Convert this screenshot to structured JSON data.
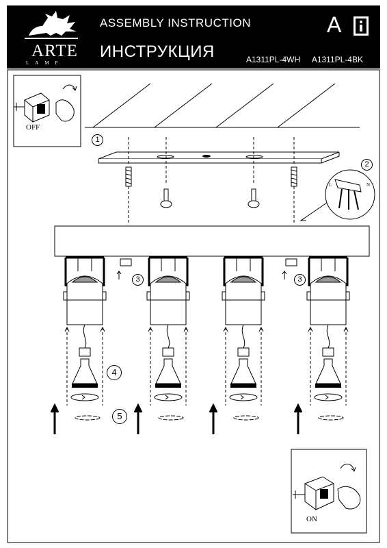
{
  "header": {
    "brand": "ARTE",
    "brand_sub": "LAMP",
    "title_en": "ASSEMBLY INSTRUCTION",
    "title_ru": "ИНСТРУКЦИЯ",
    "language": "A",
    "models": [
      "A1311PL-4WH",
      "A1311PL-4BK"
    ]
  },
  "labels": {
    "off": "OFF",
    "on": "ON",
    "wire_l": "L",
    "wire_n": "N"
  },
  "steps": {
    "s1": "1",
    "s2": "2",
    "s3": "3",
    "s4": "4",
    "s5": "5"
  },
  "icons": [
    "logo-griffin-icon",
    "info-book-icon",
    "light-switch-icon",
    "hand-icon",
    "screw-icon",
    "bulb-icon",
    "up-arrow-icon",
    "rotate-arrow-icon"
  ]
}
